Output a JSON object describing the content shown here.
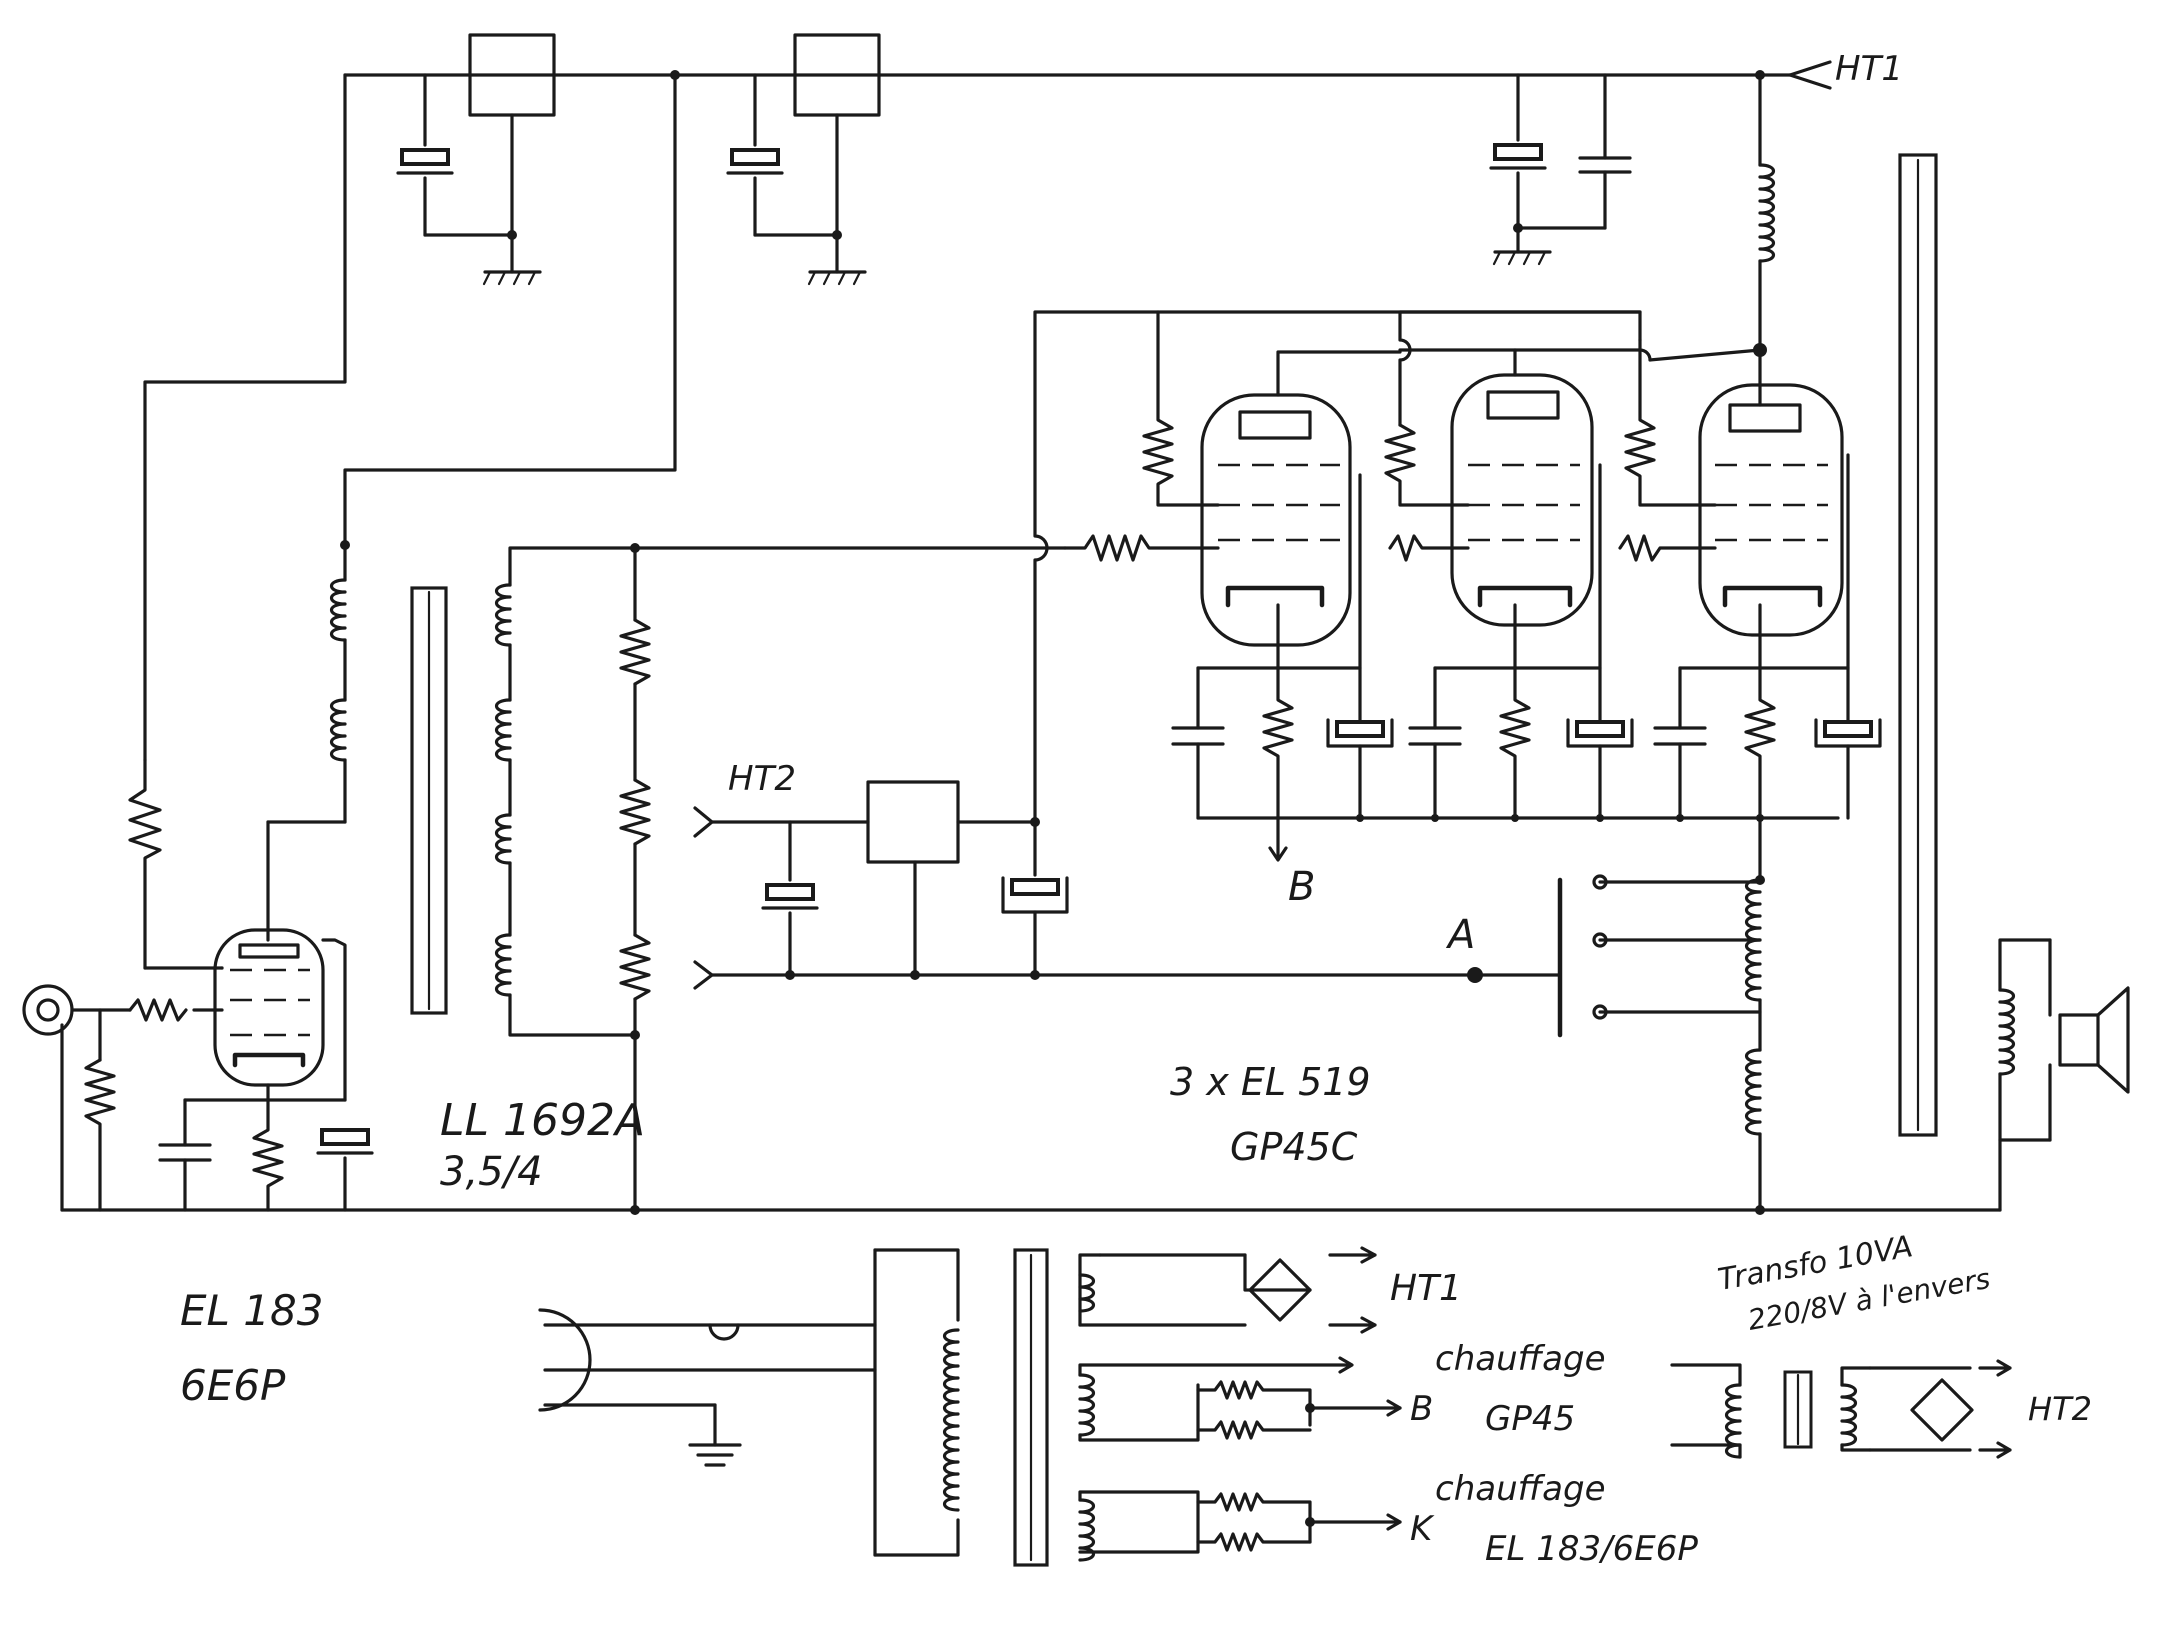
{
  "labels": {
    "ht1_top": "HT1",
    "ht2_in": "HT2",
    "node_b": "B",
    "node_a": "A",
    "tubes_count": "3 x EL 519",
    "tubes_alt": "GP45C",
    "transformer_ref": "LL 1692A",
    "transformer_ratio": "3,5/4",
    "driver_tube": "EL 183",
    "driver_tube_alt": "6E6P",
    "ps_ht1": "HT1",
    "heater1": "chauffage",
    "heater1_target": "GP45",
    "heater1_node": "B",
    "heater2": "chauffage",
    "heater2_target": "EL 183/6E6P",
    "heater2_node": "K",
    "aux_transformer_line1": "Transfo 10VA",
    "aux_transformer_line2": "220/8V à l'envers",
    "ps_ht2": "HT2"
  }
}
